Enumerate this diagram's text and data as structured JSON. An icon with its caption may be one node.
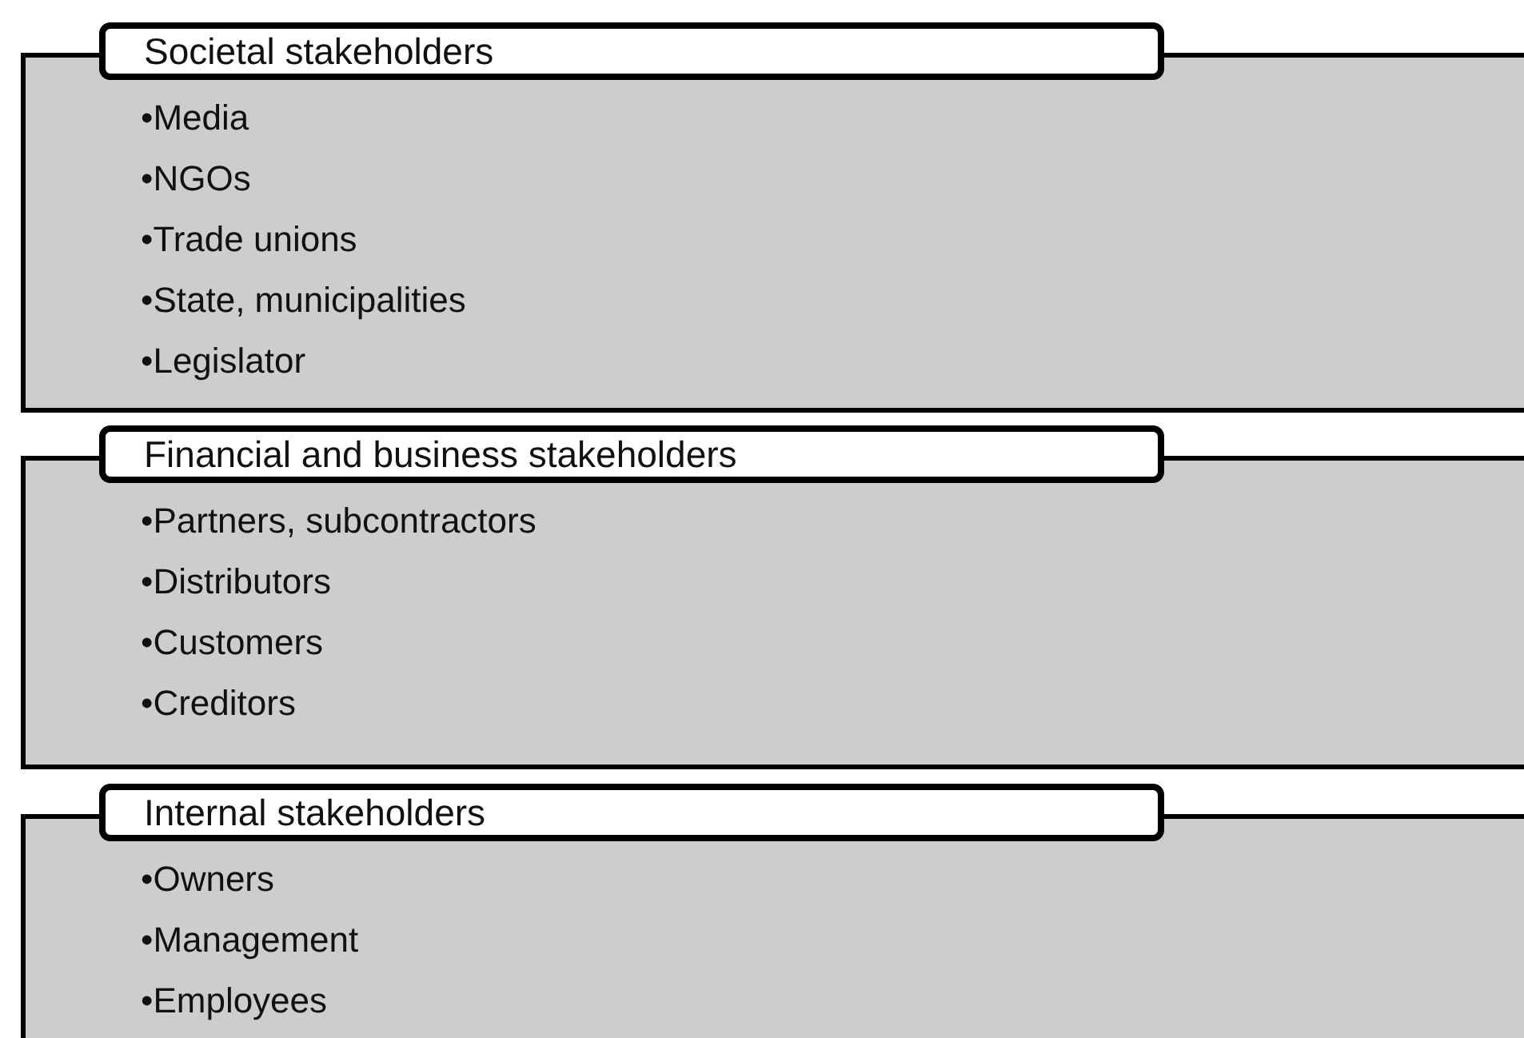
{
  "diagram": {
    "nodes": [
      {
        "text": [
          "Societal stakeholders",
          "•Media",
          "•NGOs",
          "•Trade unions",
          "•State, municipalities",
          "•Legislator"
        ]
      },
      {
        "text": [
          "Financial and business stakeholders",
          "•Partners, subcontractors",
          "•Distributors",
          "•Customers",
          "•Creditors"
        ]
      },
      {
        "text": [
          "Internal stakeholders",
          "•Owners",
          "•Management",
          "•Employees"
        ]
      }
    ]
  }
}
